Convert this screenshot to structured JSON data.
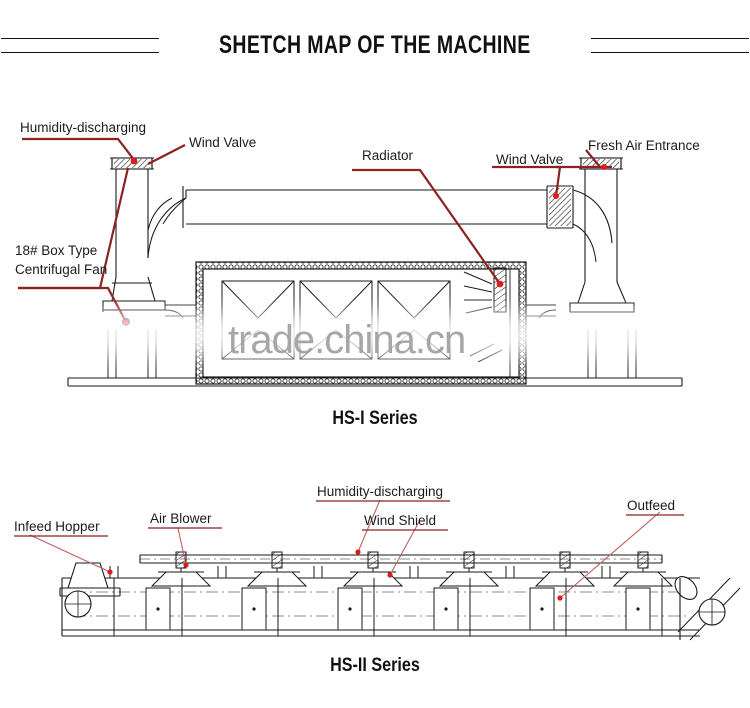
{
  "title": "SHETCH MAP OF THE MACHINE",
  "watermark": "trade.china.cn",
  "diagrams": [
    {
      "caption": "HS-I Series",
      "labels": [
        {
          "id": "humidity-discharging",
          "text": "Humidity-discharging"
        },
        {
          "id": "wind-valve-left",
          "text": "Wind Valve"
        },
        {
          "id": "fan",
          "line1": "18# Box Type",
          "line2": "Centrifugal Fan"
        },
        {
          "id": "radiator",
          "text": "Radiator"
        },
        {
          "id": "wind-valve-right",
          "text": "Wind Valve"
        },
        {
          "id": "fresh-air-entrance",
          "text": "Fresh Air Entrance"
        }
      ]
    },
    {
      "caption": "HS-II Series",
      "labels": [
        {
          "id": "infeed-hopper",
          "text": "Infeed Hopper"
        },
        {
          "id": "air-blower",
          "text": "Air Blower"
        },
        {
          "id": "humidity-discharging-2",
          "text": "Humidity-discharging"
        },
        {
          "id": "wind-shield",
          "text": "Wind Shield"
        },
        {
          "id": "outfeed",
          "text": "Outfeed"
        }
      ]
    }
  ],
  "colors": {
    "leader_dark_red": "#8c2222",
    "leader_thin_red": "#c06060",
    "marker_red": "#e01b1b",
    "line_black": "#1a1a1a",
    "watermark_gray": "#9b9b9b"
  }
}
